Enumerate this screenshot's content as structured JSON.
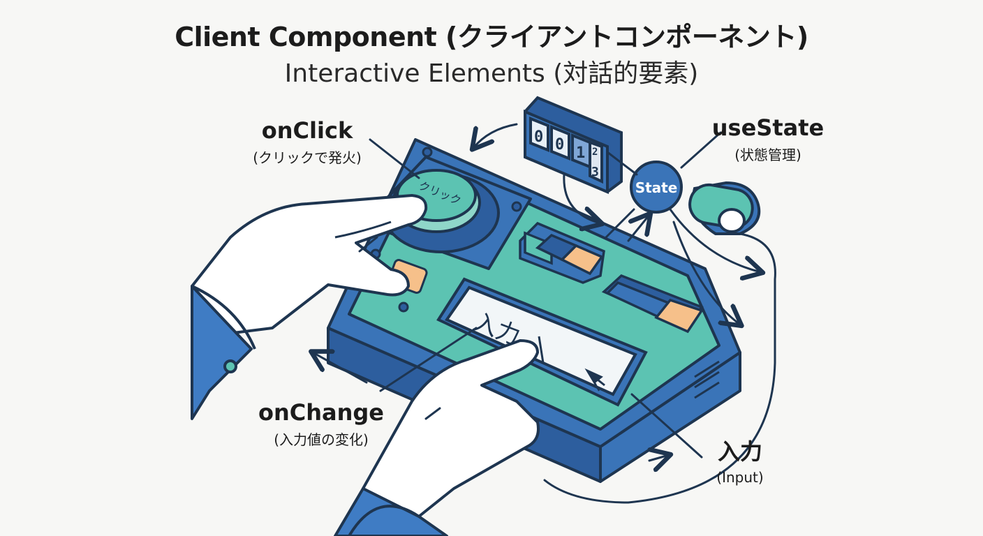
{
  "header": {
    "title": "Client Component (クライアントコンポーネント)",
    "subtitle": "Interactive Elements (対話的要素)"
  },
  "labels": {
    "onclick": {
      "main": "onClick",
      "sub": "(クリックで発火)"
    },
    "usestate": {
      "main": "useState",
      "sub": "(状態管理)"
    },
    "onchange": {
      "main": "onChange",
      "sub": "(入力値の変化)"
    },
    "input": {
      "main": "入力",
      "sub": "(Input)"
    }
  },
  "device": {
    "button_text": "クリック",
    "input_text": "入力",
    "state_text": "State",
    "counter_digits": [
      "0",
      "0",
      "1"
    ],
    "counter_roll": [
      "2",
      "3"
    ]
  },
  "colors": {
    "outline": "#1e3550",
    "blue": "#3a74b8",
    "dark_blue": "#2d5e9e",
    "teal": "#5cc3b2",
    "light_teal": "#8fd6c9",
    "orange": "#f6c08a",
    "sleeve": "#3f7cc4"
  }
}
